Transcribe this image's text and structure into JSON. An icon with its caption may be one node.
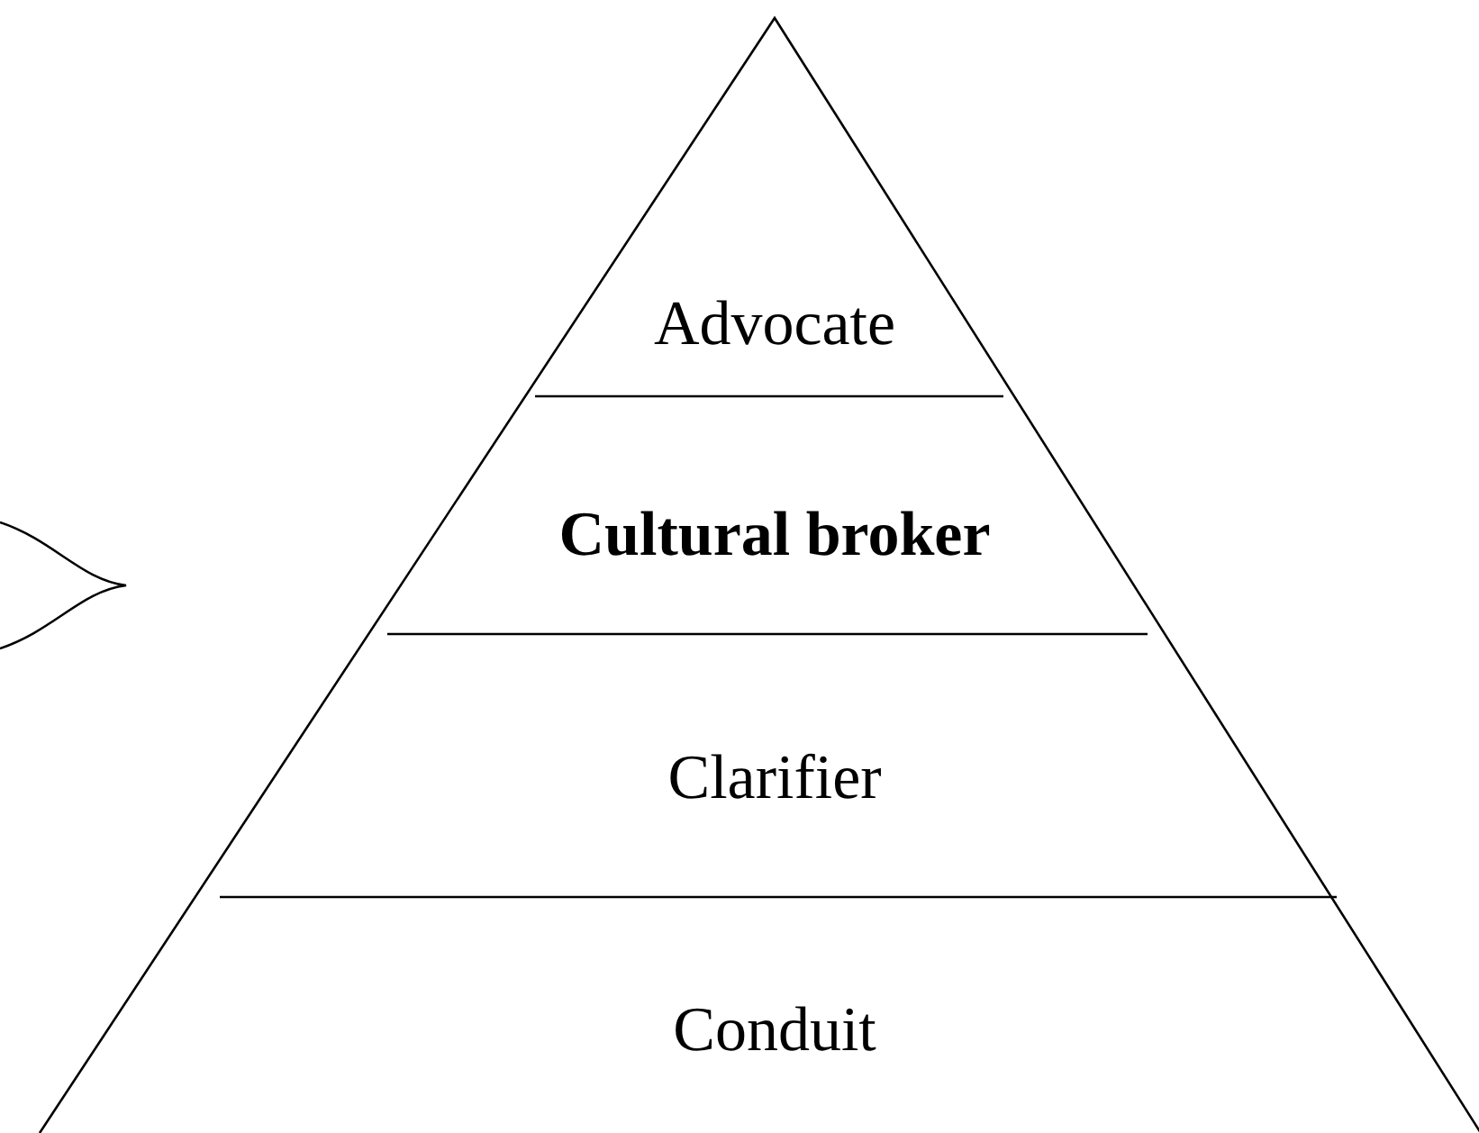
{
  "diagram": {
    "nodes": [
      {
        "text": [
          "Advocate"
        ]
      },
      {
        "text": [
          "Cultural broker"
        ]
      },
      {
        "text": [
          "Clarifier"
        ]
      },
      {
        "text": [
          "Conduit"
        ]
      }
    ]
  }
}
